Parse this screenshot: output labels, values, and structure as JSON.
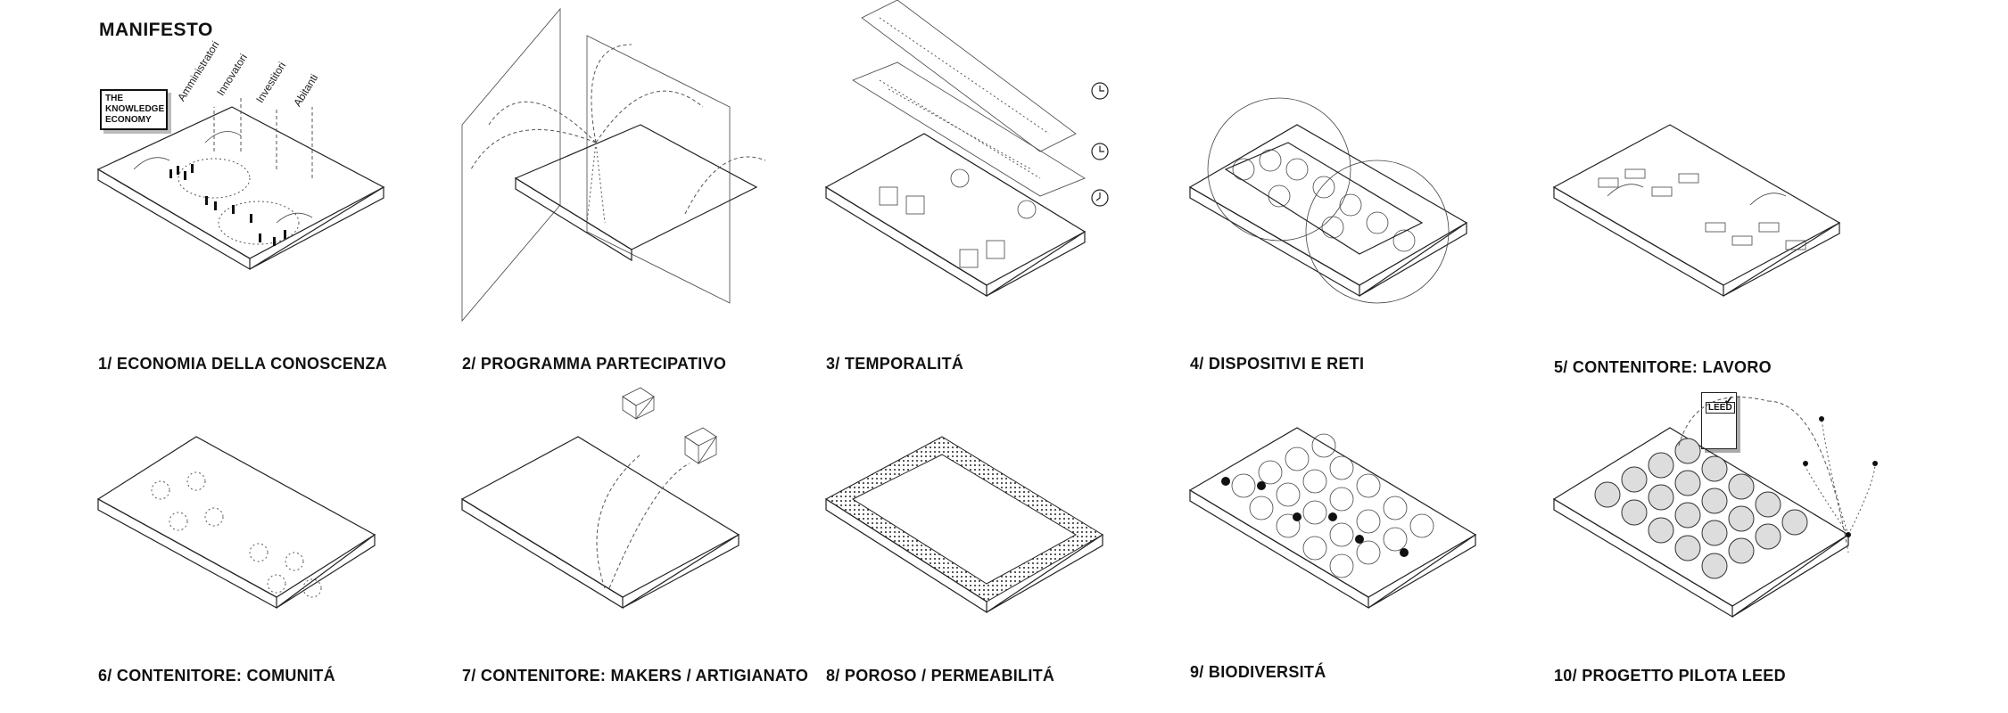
{
  "title": "MANIFESTO",
  "panels": [
    {
      "caption": "1/ ECONOMIA DELLA CONOSCENZA"
    },
    {
      "caption": "2/ PROGRAMMA PARTECIPATIVO"
    },
    {
      "caption": "3/ TEMPORALITÁ"
    },
    {
      "caption": "4/ DISPOSITIVI E RETI"
    },
    {
      "caption": "5/ CONTENITORE: LAVORO"
    },
    {
      "caption": "6/ CONTENITORE: COMUNITÁ"
    },
    {
      "caption": "7/ CONTENITORE: MAKERS / ARTIGIANATO"
    },
    {
      "caption": "8/ POROSO / PERMEABILITÁ"
    },
    {
      "caption": "9/ BIODIVERSITÁ"
    },
    {
      "caption": "10/ PROGETTO PILOTA LEED"
    }
  ],
  "knowledge_badge": {
    "line1": "THE",
    "line2": "KNOWLEDGE",
    "line3": "ECONOMY"
  },
  "stakeholders": [
    "Amministratori",
    "Innovatori",
    "Investitori",
    "Abitanti"
  ],
  "leed_label": "LEED",
  "icons": {
    "clock": "clock-icon",
    "check": "checkmark-icon"
  }
}
